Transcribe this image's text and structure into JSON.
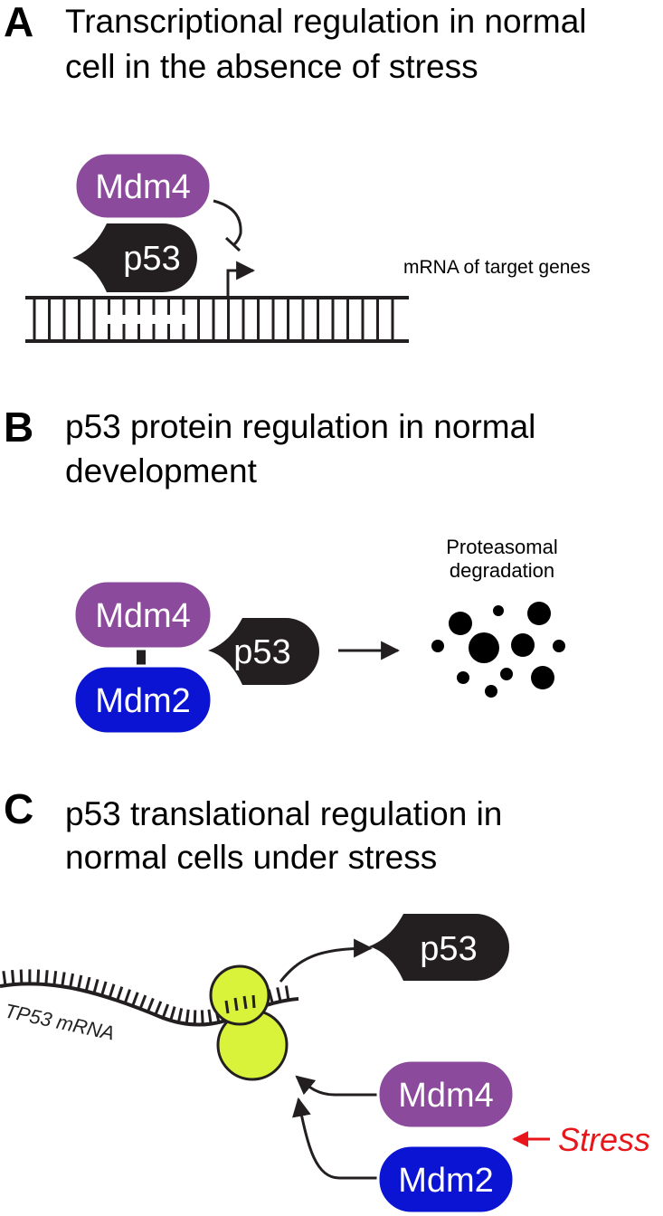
{
  "colors": {
    "mdm4": "#8b4a9c",
    "mdm2": "#0a14d2",
    "p53": "#231f20",
    "ribosome": "#d9f23a",
    "stress": "#e8161b"
  },
  "panelA": {
    "letter": "A",
    "title_line1": "Transcriptional regulation in normal",
    "title_line2": "cell in the absence of stress",
    "mdm4_label": "Mdm4",
    "p53_label": "p53",
    "target_label": "mRNA of target genes"
  },
  "panelB": {
    "letter": "B",
    "title_line1": "p53 protein regulation in normal",
    "title_line2": "development",
    "mdm4_label": "Mdm4",
    "mdm2_label": "Mdm2",
    "p53_label": "p53",
    "degradation_line1": "Proteasomal",
    "degradation_line2": "degradation"
  },
  "panelC": {
    "letter": "C",
    "title_line1": "p53 translational regulation in",
    "title_line2": "normal cells under stress",
    "mrna_label": "TP53 mRNA",
    "p53_label": "p53",
    "mdm4_label": "Mdm4",
    "mdm2_label": "Mdm2",
    "stress_label": "Stress"
  }
}
